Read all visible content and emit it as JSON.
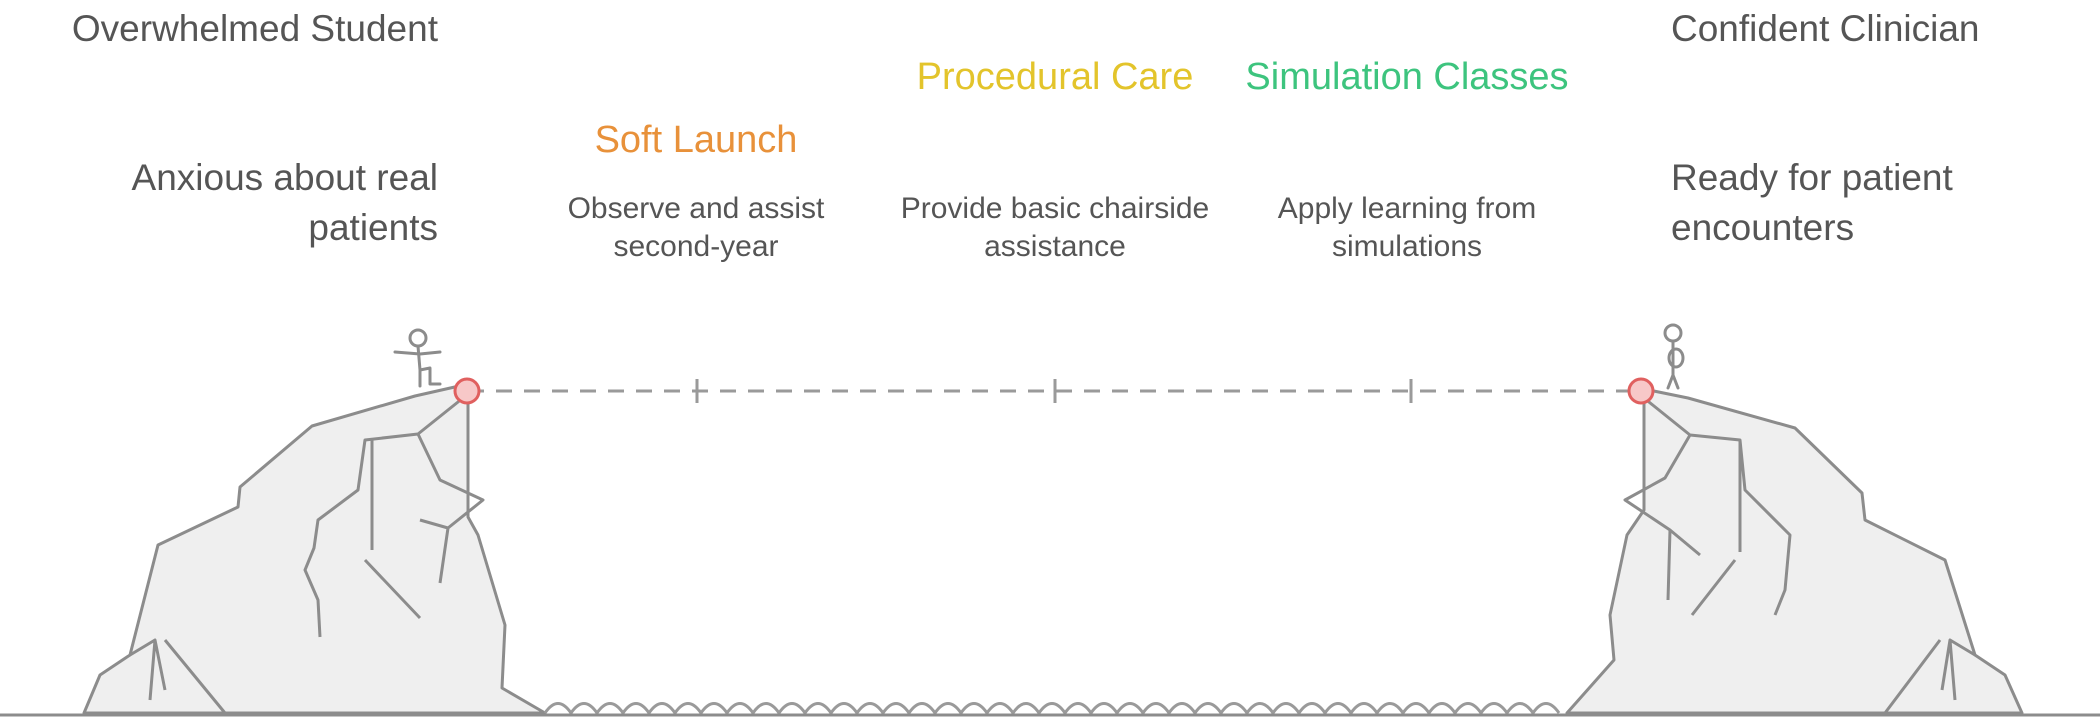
{
  "start": {
    "title": "Overwhelmed Student",
    "description": "Anxious about real patients"
  },
  "end": {
    "title": "Confident Clinician",
    "description": "Ready for patient encounters"
  },
  "stages": [
    {
      "title": "Soft Launch",
      "description": "Observe and assist second-year",
      "color": "#E8913A"
    },
    {
      "title": "Procedural Care",
      "description": "Provide basic chairside assistance",
      "color": "#E3C42B"
    },
    {
      "title": "Simulation Classes",
      "description": "Apply learning from simulations",
      "color": "#3DC47E"
    }
  ],
  "colors": {
    "line": "#9a9a9a",
    "cliff_fill": "#efefef",
    "cliff_stroke": "#8c8c8c",
    "anchor": "#e0605f",
    "text": "#555555"
  },
  "icons": {
    "start_figure": "person-jumping-icon",
    "end_figure": "person-standing-icon",
    "anchor": "anchor-point-icon"
  }
}
